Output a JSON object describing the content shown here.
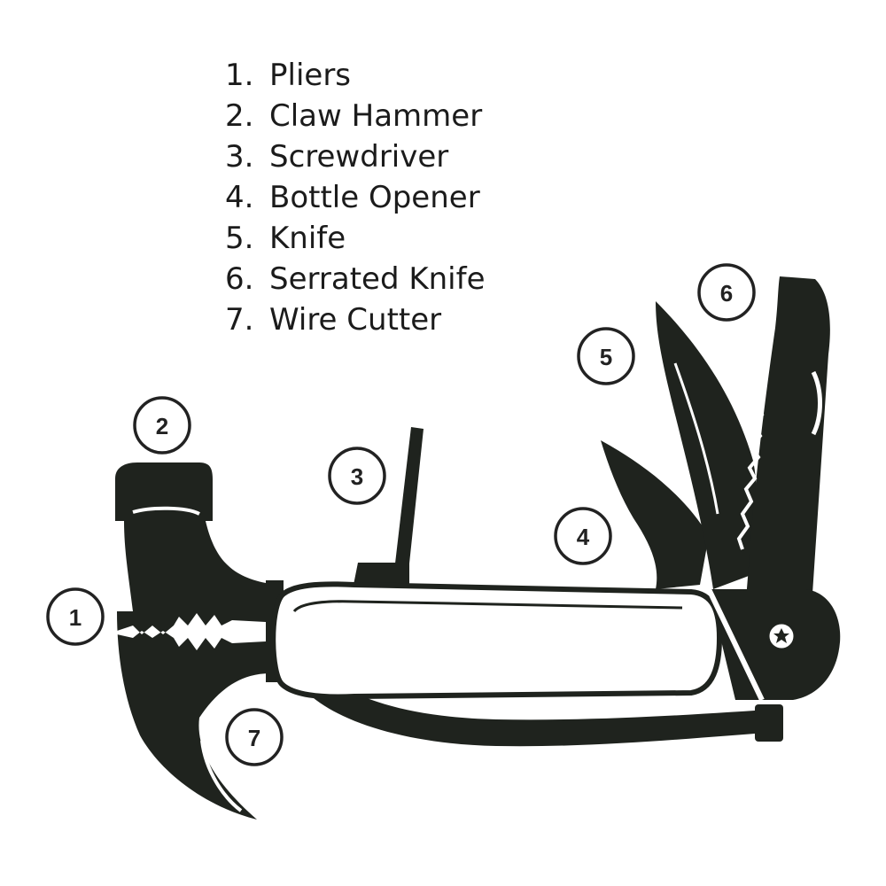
{
  "legend": {
    "items": [
      {
        "number": "1.",
        "label": "Pliers"
      },
      {
        "number": "2.",
        "label": "Claw Hammer"
      },
      {
        "number": "3.",
        "label": "Screwdriver"
      },
      {
        "number": "4.",
        "label": "Bottle Opener"
      },
      {
        "number": "5.",
        "label": "Knife"
      },
      {
        "number": "6.",
        "label": "Serrated Knife"
      },
      {
        "number": "7.",
        "label": "Wire Cutter"
      }
    ]
  },
  "callouts": [
    "1",
    "2",
    "3",
    "4",
    "5",
    "6",
    "7"
  ],
  "colors": {
    "ink": "#1f231e",
    "outline": "#222222",
    "background": "#ffffff"
  }
}
